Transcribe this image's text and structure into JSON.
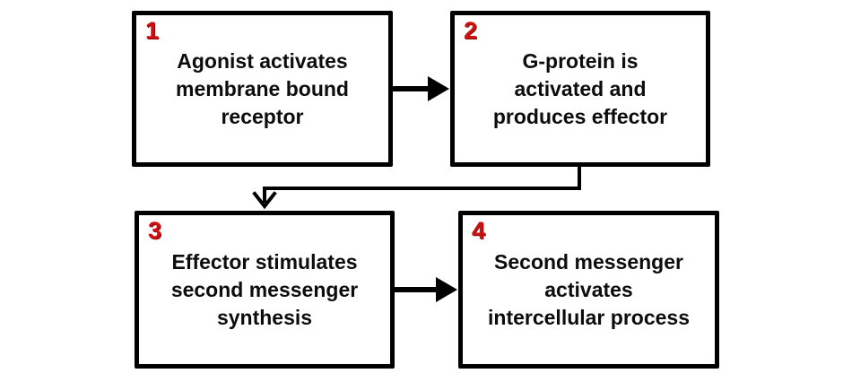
{
  "diagram": {
    "type": "flowchart",
    "boxes": [
      {
        "number": "1",
        "lines": [
          "Agonist activates",
          "membrane bound",
          "receptor"
        ]
      },
      {
        "number": "2",
        "lines": [
          "G-protein is",
          "activated and",
          "produces effector"
        ]
      },
      {
        "number": "3",
        "lines": [
          "Effector stimulates",
          "second messenger",
          "synthesis"
        ]
      },
      {
        "number": "4",
        "lines": [
          "Second messenger",
          "activates",
          "intercellular process"
        ]
      }
    ],
    "connections": [
      {
        "from": "1",
        "to": "2",
        "style": "filled-arrow-right"
      },
      {
        "from": "2",
        "to": "3",
        "style": "elbow-open-arrow-down"
      },
      {
        "from": "3",
        "to": "4",
        "style": "filled-arrow-right"
      }
    ],
    "colors": {
      "step_number": "#cc1111",
      "box_border": "#000000",
      "text": "#0d0d0d",
      "background": "#ffffff"
    }
  }
}
